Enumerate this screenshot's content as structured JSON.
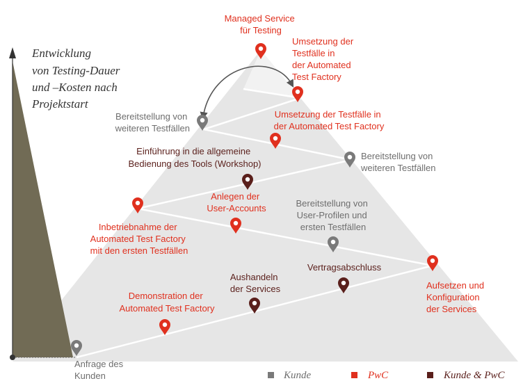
{
  "title": {
    "lines": [
      "Entwicklung",
      "von Testing-Dauer",
      "und –Kosten nach",
      "Projektstart"
    ]
  },
  "colors": {
    "kunde": "#7a7a7a",
    "pwc": "#e0301e",
    "kunde_pwc": "#5a1f1b",
    "triangle": "#e5e5e5",
    "cost_wedge": "#6f6a55"
  },
  "labels": {
    "managed_service": [
      "Managed Service",
      "für Testing"
    ],
    "umsetzung_top": [
      "Umsetzung der",
      "Testfälle in",
      "der Automated",
      "Test Factory"
    ],
    "bereitstellung_left": [
      "Bereitstellung von",
      "weiteren Testfällen"
    ],
    "umsetzung_mid": [
      "Umsetzung der Testfälle in",
      "der Automated Test Factory"
    ],
    "einfuehrung": [
      "Einführung in die allgemeine",
      "Bedienung des Tools (Workshop)"
    ],
    "bereitstellung_right": [
      "Bereitstellung von",
      "weiteren Testfällen"
    ],
    "anlegen": [
      "Anlegen der",
      "User-Accounts"
    ],
    "bereitstellung_profile": [
      "Bereitstellung von",
      "User-Profilen und",
      "ersten Testfällen"
    ],
    "inbetriebnahme": [
      "Inbetriebnahme der",
      "Automated Test Factory",
      "mit den ersten Testfällen"
    ],
    "vertragsabschluss": [
      "Vertragsabschluss"
    ],
    "aushandeln": [
      "Aushandeln",
      "der Services"
    ],
    "demonstration": [
      "Demonstration der",
      "Automated Test Factory"
    ],
    "aufsetzen": [
      "Aufsetzen und",
      "Konfiguration",
      "der Services"
    ],
    "anfrage": [
      "Anfrage des",
      "Kunden"
    ]
  },
  "legend": {
    "kunde": "Kunde",
    "pwc": "PwC",
    "kunde_pwc": "Kunde & PwC"
  }
}
